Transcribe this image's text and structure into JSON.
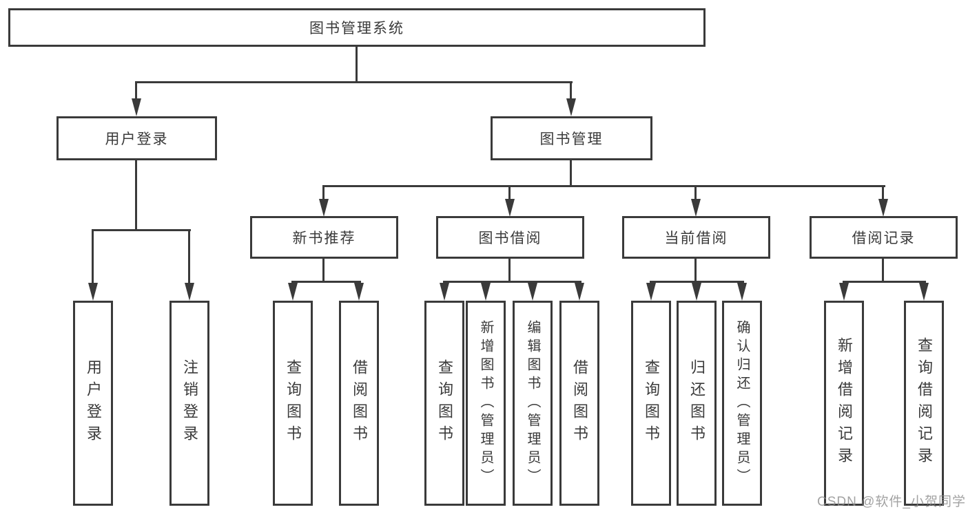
{
  "colors": {
    "background": "#ffffff",
    "line": "#3a3a3a",
    "text": "#3a3a3a",
    "watermark": "#8c8c8c"
  },
  "tree": {
    "root": {
      "label": "图书管理系统",
      "children": [
        {
          "label": "用户登录",
          "children": [
            {
              "label": "用户登录"
            },
            {
              "label": "注销登录"
            }
          ]
        },
        {
          "label": "图书管理",
          "children": [
            {
              "label": "新书推荐",
              "children": [
                {
                  "label": "查询图书"
                },
                {
                  "label": "借阅图书"
                }
              ]
            },
            {
              "label": "图书借阅",
              "children": [
                {
                  "label": "查询图书"
                },
                {
                  "label": "新增图书（管理员）"
                },
                {
                  "label": "编辑图书（管理员）"
                },
                {
                  "label": "借阅图书"
                }
              ]
            },
            {
              "label": "当前借阅",
              "children": [
                {
                  "label": "查询图书"
                },
                {
                  "label": "归还图书"
                },
                {
                  "label": "确认归还（管理员）"
                }
              ]
            },
            {
              "label": "借阅记录",
              "children": [
                {
                  "label": "新增借阅记录"
                },
                {
                  "label": "查询借阅记录"
                }
              ]
            }
          ]
        }
      ]
    }
  },
  "watermark": {
    "text": "CSDN @软件_小贺同学"
  }
}
